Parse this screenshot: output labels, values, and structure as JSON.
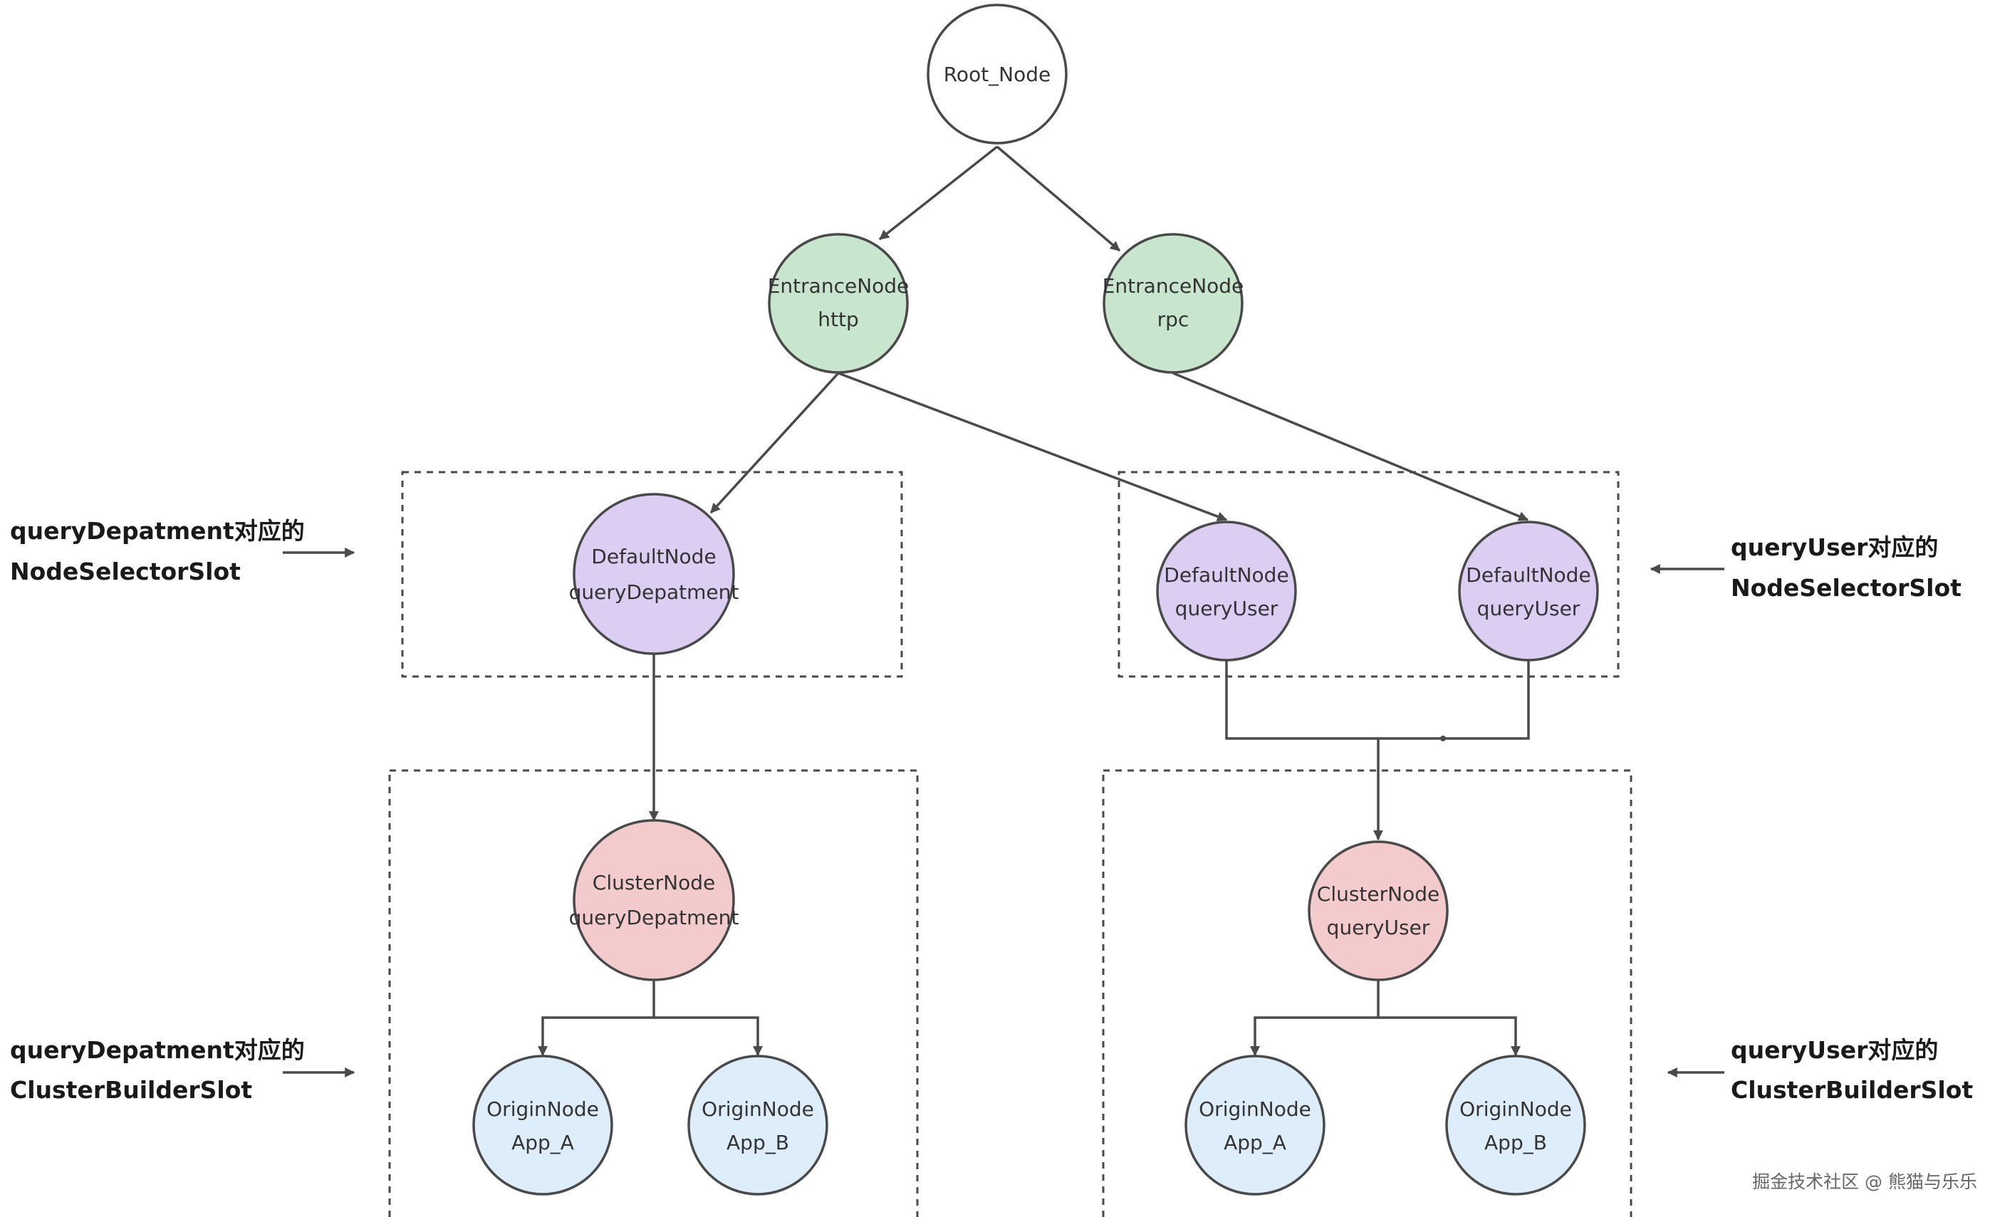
{
  "colors": {
    "root": "#ffffff",
    "entrance": "#c8e6cd",
    "default": "#dccdf3",
    "cluster": "#f4cbcc",
    "origin": "#deedfa",
    "stroke": "#4a4a4a"
  },
  "nodes": {
    "root": {
      "line1": "Root_Node"
    },
    "entrance_http": {
      "line1": "EntranceNode",
      "line2": "http"
    },
    "entrance_rpc": {
      "line1": "EntranceNode",
      "line2": "rpc"
    },
    "default_dept": {
      "line1": "DefaultNode",
      "line2": "queryDepatment"
    },
    "default_user_1": {
      "line1": "DefaultNode",
      "line2": "queryUser"
    },
    "default_user_2": {
      "line1": "DefaultNode",
      "line2": "queryUser"
    },
    "cluster_dept": {
      "line1": "ClusterNode",
      "line2": "queryDepatment"
    },
    "cluster_user": {
      "line1": "ClusterNode",
      "line2": "queryUser"
    },
    "origin_dept_a": {
      "line1": "OriginNode",
      "line2": "App_A"
    },
    "origin_dept_b": {
      "line1": "OriginNode",
      "line2": "App_B"
    },
    "origin_user_a": {
      "line1": "OriginNode",
      "line2": "App_A"
    },
    "origin_user_b": {
      "line1": "OriginNode",
      "line2": "App_B"
    }
  },
  "labels": {
    "dept_node_selector": {
      "line1": "queryDepatment对应的",
      "line2": "NodeSelectorSlot"
    },
    "user_node_selector": {
      "line1": "queryUser对应的",
      "line2": "NodeSelectorSlot"
    },
    "dept_cluster_builder": {
      "line1": "queryDepatment对应的",
      "line2": "ClusterBuilderSlot"
    },
    "user_cluster_builder": {
      "line1": "queryUser对应的",
      "line2": "ClusterBuilderSlot"
    }
  },
  "watermark": "掘金技术社区 @ 熊猫与乐乐"
}
